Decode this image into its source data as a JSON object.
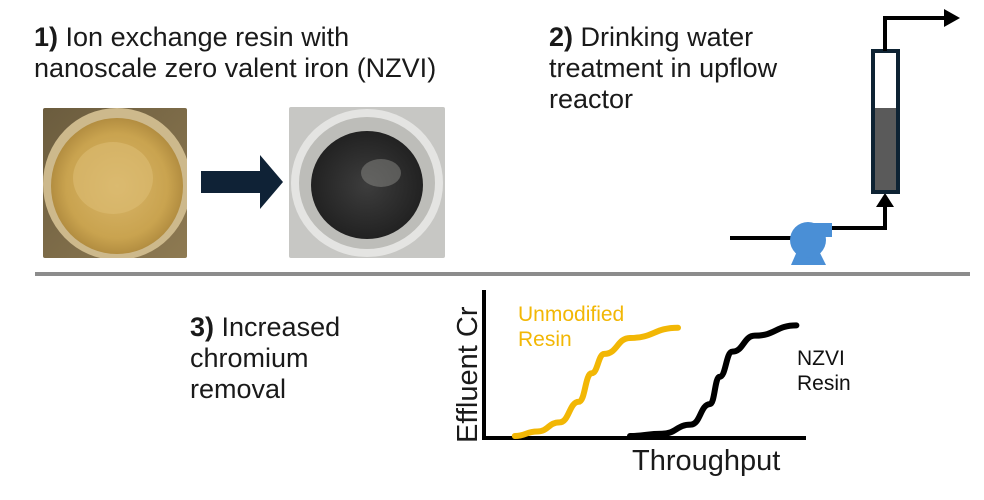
{
  "steps": {
    "step1": {
      "number": "1)",
      "line1": "Ion exchange resin with",
      "line2": "nanoscale zero valent iron (NZVI)"
    },
    "step2": {
      "number": "2)",
      "line1": "Drinking water",
      "line2": "treatment in upflow",
      "line3": "reactor"
    },
    "step3": {
      "number": "3)",
      "line1": "Increased",
      "line2": "chromium",
      "line3": "removal"
    }
  },
  "icons": {
    "photo_before": "resin-dish-photo-icon",
    "arrow": "right-arrow-icon",
    "photo_after": "nzvi-resin-dish-photo-icon",
    "pump": "pump-icon",
    "column": "upflow-reactor-column-icon"
  },
  "colors": {
    "unmodified": "#f2b705",
    "nzvi": "#000000",
    "arrow_fill": "#0f2236",
    "pump": "#4a8fd6",
    "column_outline": "#0e2333",
    "column_fill": "#5a5a5a",
    "divider": "#8c8c8c"
  },
  "chart_data": {
    "type": "line",
    "xlabel": "Throughput",
    "ylabel": "Effluent Cr",
    "series": [
      {
        "name": "Unmodified Resin",
        "label_line1": "Unmodified",
        "label_line2": "Resin",
        "color": "#f2b705",
        "x": [
          0.09,
          0.16,
          0.23,
          0.29,
          0.33,
          0.37,
          0.45,
          0.6
        ],
        "y": [
          0.0,
          0.04,
          0.12,
          0.3,
          0.55,
          0.72,
          0.86,
          0.95
        ]
      },
      {
        "name": "NZVI Resin",
        "label_line1": "NZVI",
        "label_line2": "Resin",
        "color": "#000000",
        "x": [
          0.45,
          0.55,
          0.64,
          0.7,
          0.73,
          0.77,
          0.84,
          0.97
        ],
        "y": [
          0.0,
          0.02,
          0.1,
          0.28,
          0.52,
          0.74,
          0.88,
          0.97
        ]
      }
    ]
  }
}
